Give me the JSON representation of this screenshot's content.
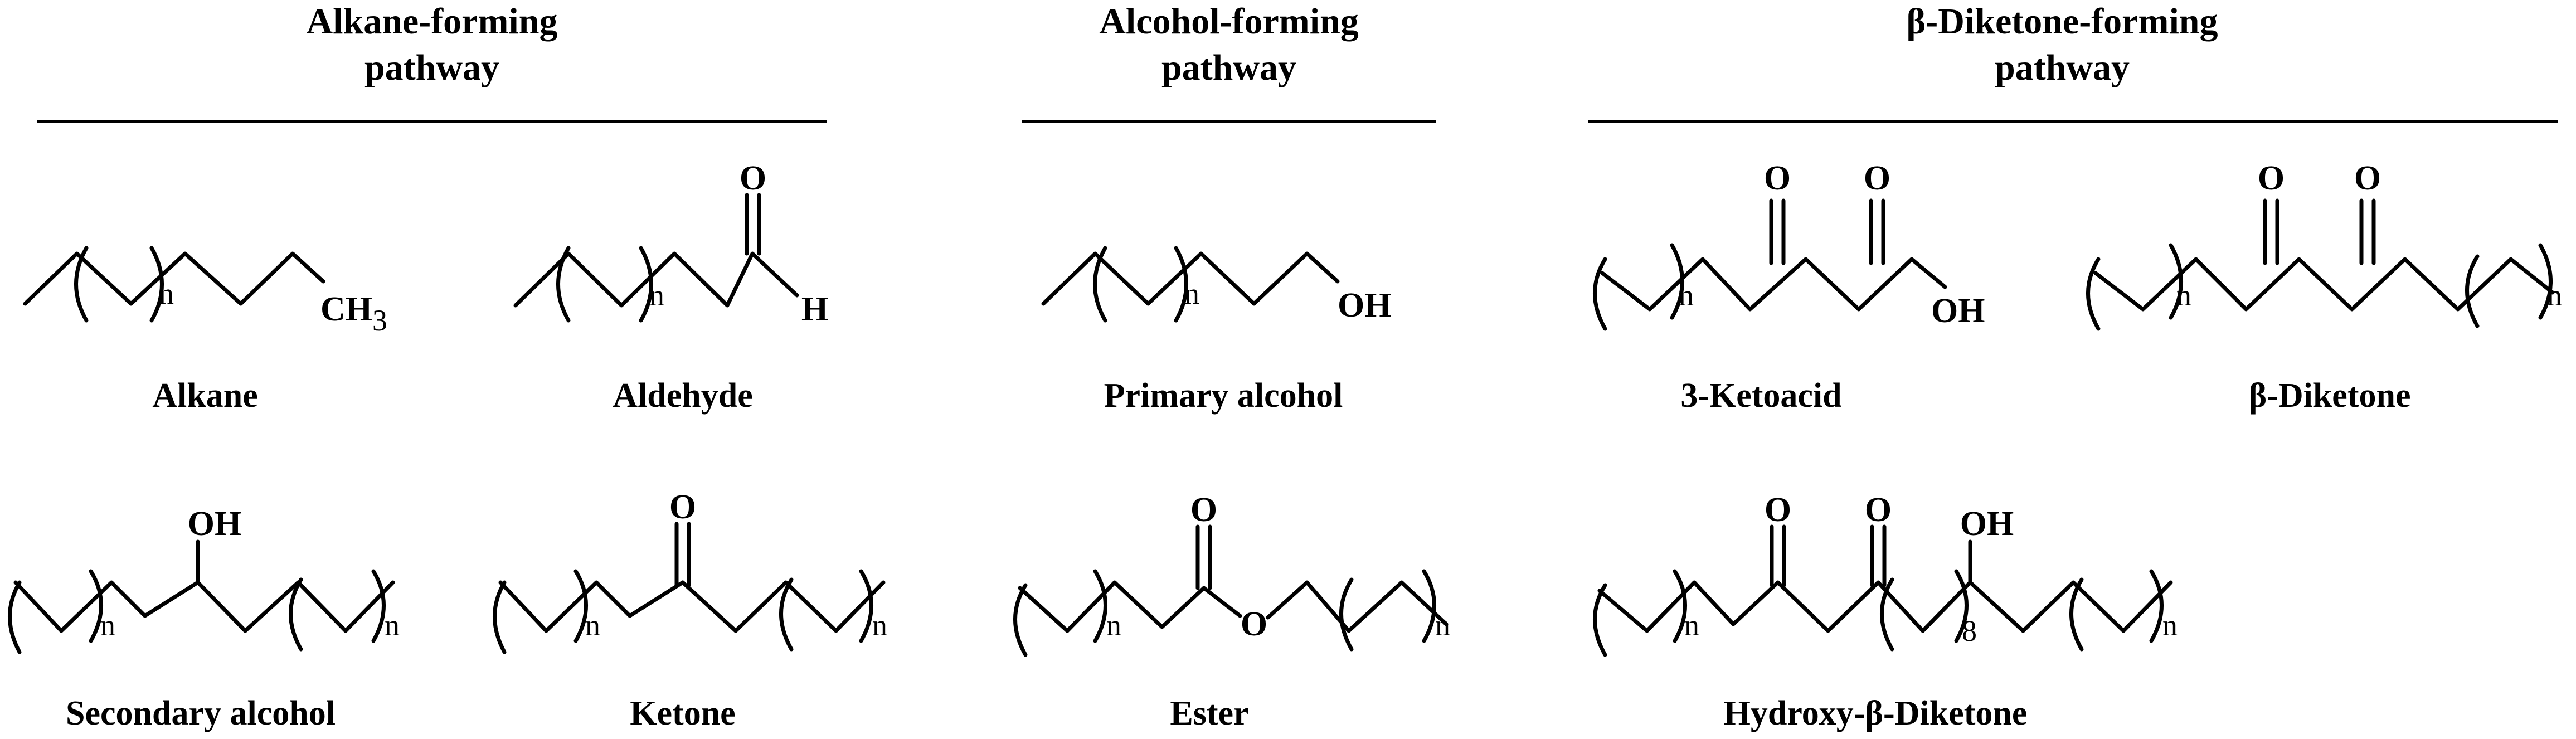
{
  "sections": [
    {
      "title_line1": "Alkane-forming",
      "title_line2": "pathway"
    },
    {
      "title_line1": "Alcohol-forming",
      "title_line2": "pathway"
    },
    {
      "title_line1": "β-Diketone-forming",
      "title_line2": "pathway"
    }
  ],
  "molecules": {
    "alkane": {
      "caption": "Alkane",
      "repeat": "n",
      "end_group": "CH",
      "end_sub": "3"
    },
    "aldehyde": {
      "caption": "Aldehyde",
      "repeat": "n",
      "carbonyl": "O",
      "hydrogen": "H"
    },
    "primary_alcohol": {
      "caption": "Primary alcohol",
      "repeat": "n",
      "hydroxyl": "OH"
    },
    "ketoacid": {
      "caption": "3-Ketoacid",
      "repeat": "n",
      "carbonyl_1": "O",
      "carbonyl_2": "O",
      "hydroxyl": "OH"
    },
    "diketone": {
      "caption": "β-Diketone",
      "repeat_1": "n",
      "repeat_2": "n",
      "carbonyl_1": "O",
      "carbonyl_2": "O"
    },
    "secondary_alcohol": {
      "caption": "Secondary alcohol",
      "repeat_1": "n",
      "repeat_2": "n",
      "hydroxyl": "OH"
    },
    "ketone": {
      "caption": "Ketone",
      "repeat_1": "n",
      "repeat_2": "n",
      "carbonyl": "O"
    },
    "ester": {
      "caption": "Ester",
      "repeat_1": "n",
      "repeat_2": "n",
      "carbonyl": "O",
      "ester_oxygen": "O"
    },
    "hydroxy_diketone": {
      "caption": "Hydroxy-β-Diketone",
      "repeat_1": "n",
      "repeat_2": "8",
      "repeat_3": "n",
      "carbonyl_1": "O",
      "carbonyl_2": "O",
      "hydroxyl": "OH"
    }
  }
}
